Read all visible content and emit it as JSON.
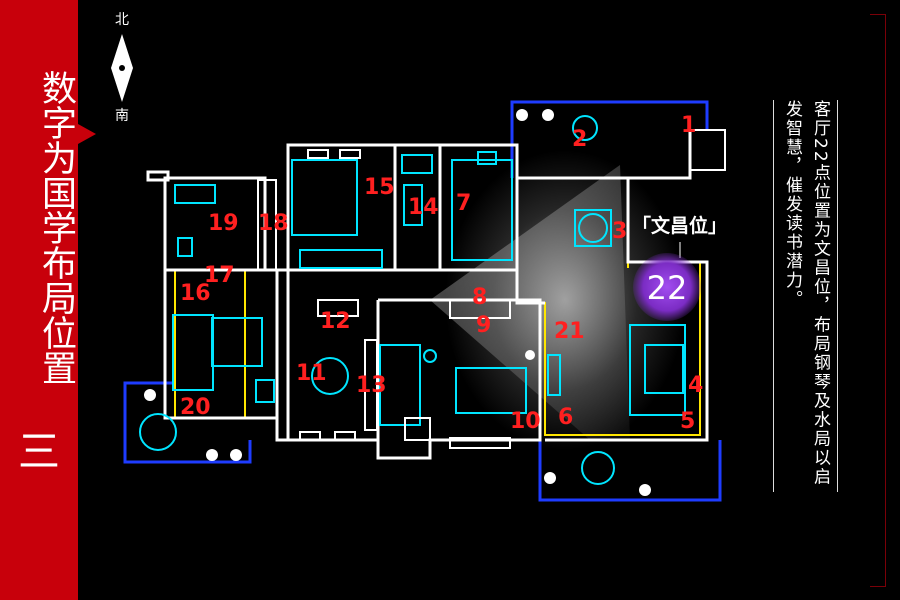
{
  "sidebar": {
    "title": "数字为国学布局位置",
    "section": "三"
  },
  "compass": {
    "north": "北",
    "south": "南"
  },
  "annotation": {
    "label": "「文昌位」",
    "number": "22"
  },
  "note": {
    "text": "客厅22点位置为文昌位，布局钢琴及水局以启发智慧，催发读书潜力。"
  },
  "room_numbers": [
    "1",
    "2",
    "3",
    "4",
    "5",
    "6",
    "7",
    "8",
    "9",
    "10",
    "11",
    "12",
    "13",
    "14",
    "15",
    "16",
    "17",
    "18",
    "19",
    "20",
    "21"
  ],
  "colors": {
    "sidebar_red": "#c8000b",
    "wall_white": "#ffffff",
    "fixture_cyan": "#00e5ff",
    "outer_blue": "#1e3cff",
    "zone_yellow": "#ffe600",
    "number_red": "#ff2020",
    "badge_purple": "#7b2cc4"
  }
}
